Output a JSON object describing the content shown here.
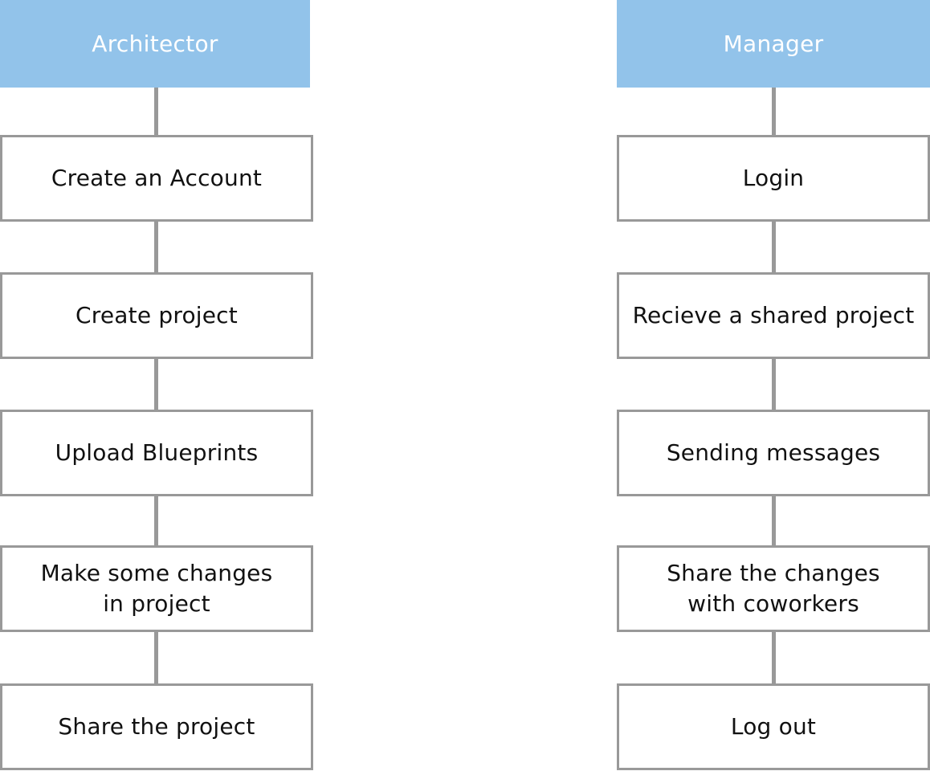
{
  "lanes": [
    {
      "title": "Architector",
      "steps": [
        "Create an Account",
        "Create project",
        "Upload Blueprints",
        "Make some changes\nin project",
        "Share the project"
      ]
    },
    {
      "title": "Manager",
      "steps": [
        "Login",
        "Recieve a shared project",
        "Sending messages",
        "Share the changes\nwith coworkers",
        "Log out"
      ]
    }
  ],
  "colors": {
    "header_bg": "#92c3ea",
    "header_text": "#ffffff",
    "border": "#999999",
    "text": "#111111"
  }
}
